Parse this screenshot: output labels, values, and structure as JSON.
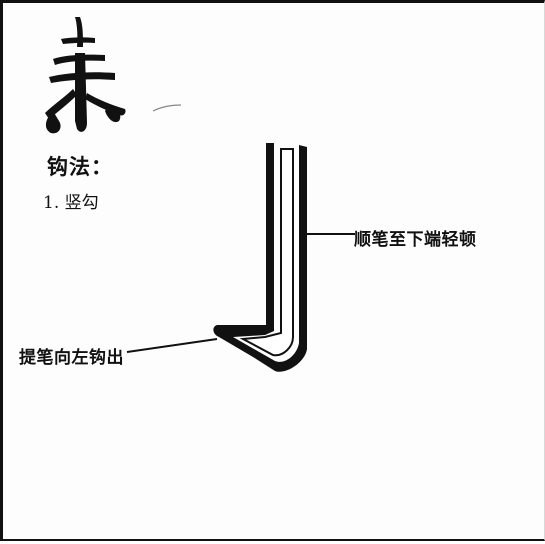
{
  "page": {
    "section_title": "钩法：",
    "item_label": "1. 竖勾"
  },
  "annotations": {
    "right": "顺笔至下端轻顿",
    "left": "提笔向左钩出"
  },
  "colors": {
    "ink": "#111111",
    "paper": "#fdfdfd"
  },
  "icons": {
    "glyph": "brush-character-glyph"
  }
}
